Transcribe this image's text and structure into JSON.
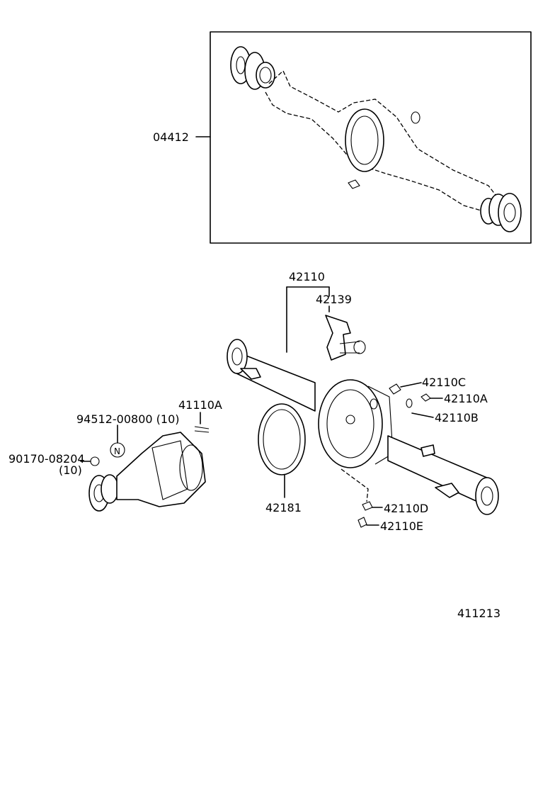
{
  "labels": {
    "axle_assembly": "04412",
    "housing": "42110",
    "bracket": "42139",
    "breather_plug": "42110C",
    "bolt": "42110A",
    "washer": "42110B",
    "gasket_part": "42110D",
    "drain_plug": "42110E",
    "gasket": "42181",
    "stud": "41110A",
    "nut_part": "94512-00800 (10)",
    "nut_small": "90170-08204",
    "nut_small_qty": "(10)",
    "new_mark": "N",
    "diagram_id": "411213"
  }
}
